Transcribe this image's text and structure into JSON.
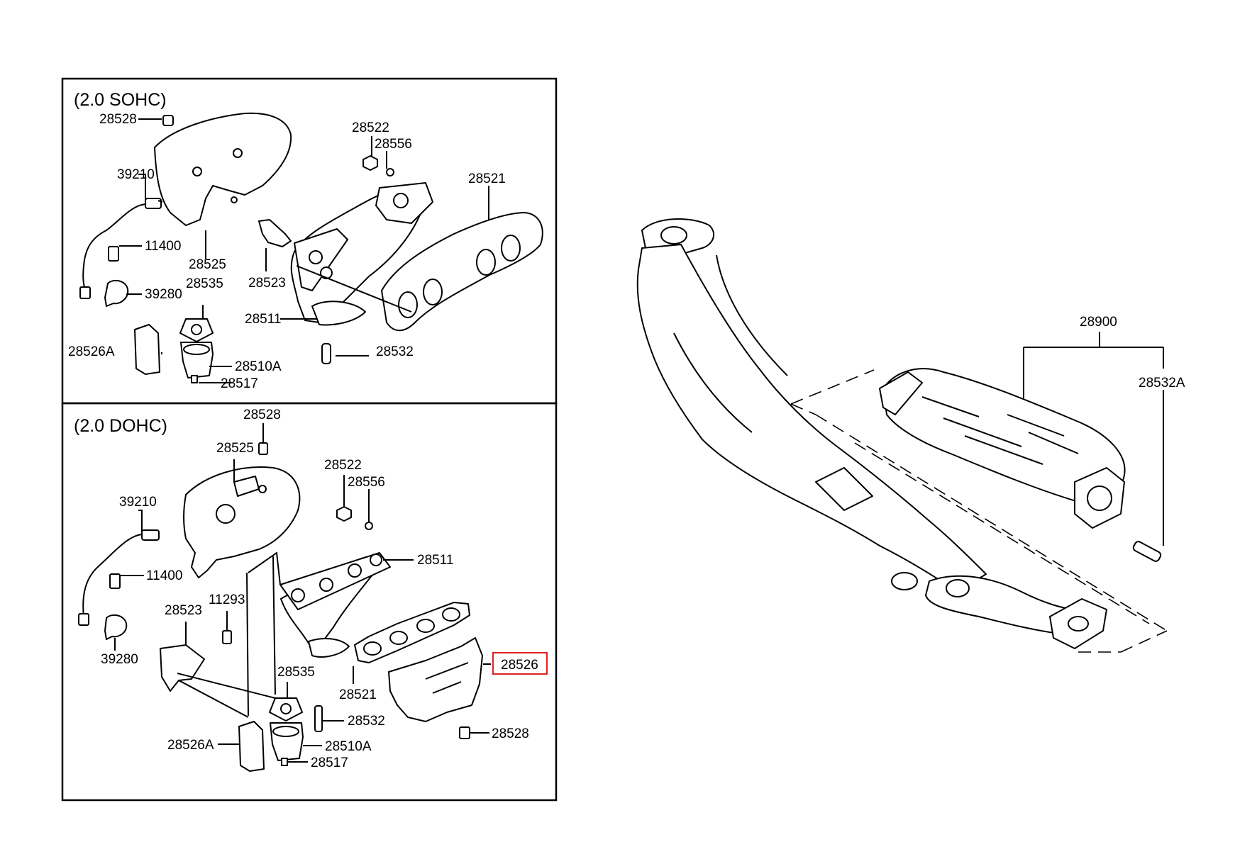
{
  "sections": {
    "sohc": {
      "title": "(2.0 SOHC)"
    },
    "dohc": {
      "title": "(2.0 DOHC)"
    }
  },
  "sohc_labels": {
    "l28528": "28528",
    "l39210": "39210",
    "l28522": "28522",
    "l28556": "28556",
    "l28521": "28521",
    "l11400": "11400",
    "l28525": "28525",
    "l28523": "28523",
    "l28535": "28535",
    "l39280": "39280",
    "l28511": "28511",
    "l28526A": "28526A",
    "l28532": "28532",
    "l28510A": "28510A",
    "l28517": "28517"
  },
  "dohc_labels": {
    "l28528top": "28528",
    "l28525": "28525",
    "l28522": "28522",
    "l28556": "28556",
    "l39210": "39210",
    "l28511": "28511",
    "l11400": "11400",
    "l11293": "11293",
    "l28523": "28523",
    "l39280": "39280",
    "l28526": "28526",
    "l28535": "28535",
    "l28521": "28521",
    "l28532": "28532",
    "l28528bot": "28528",
    "l28526A": "28526A",
    "l28510A": "28510A",
    "l28517": "28517"
  },
  "right_labels": {
    "l28900": "28900",
    "l28532A": "28532A"
  },
  "highlight": {
    "part": "28526",
    "color": "#e02020"
  }
}
